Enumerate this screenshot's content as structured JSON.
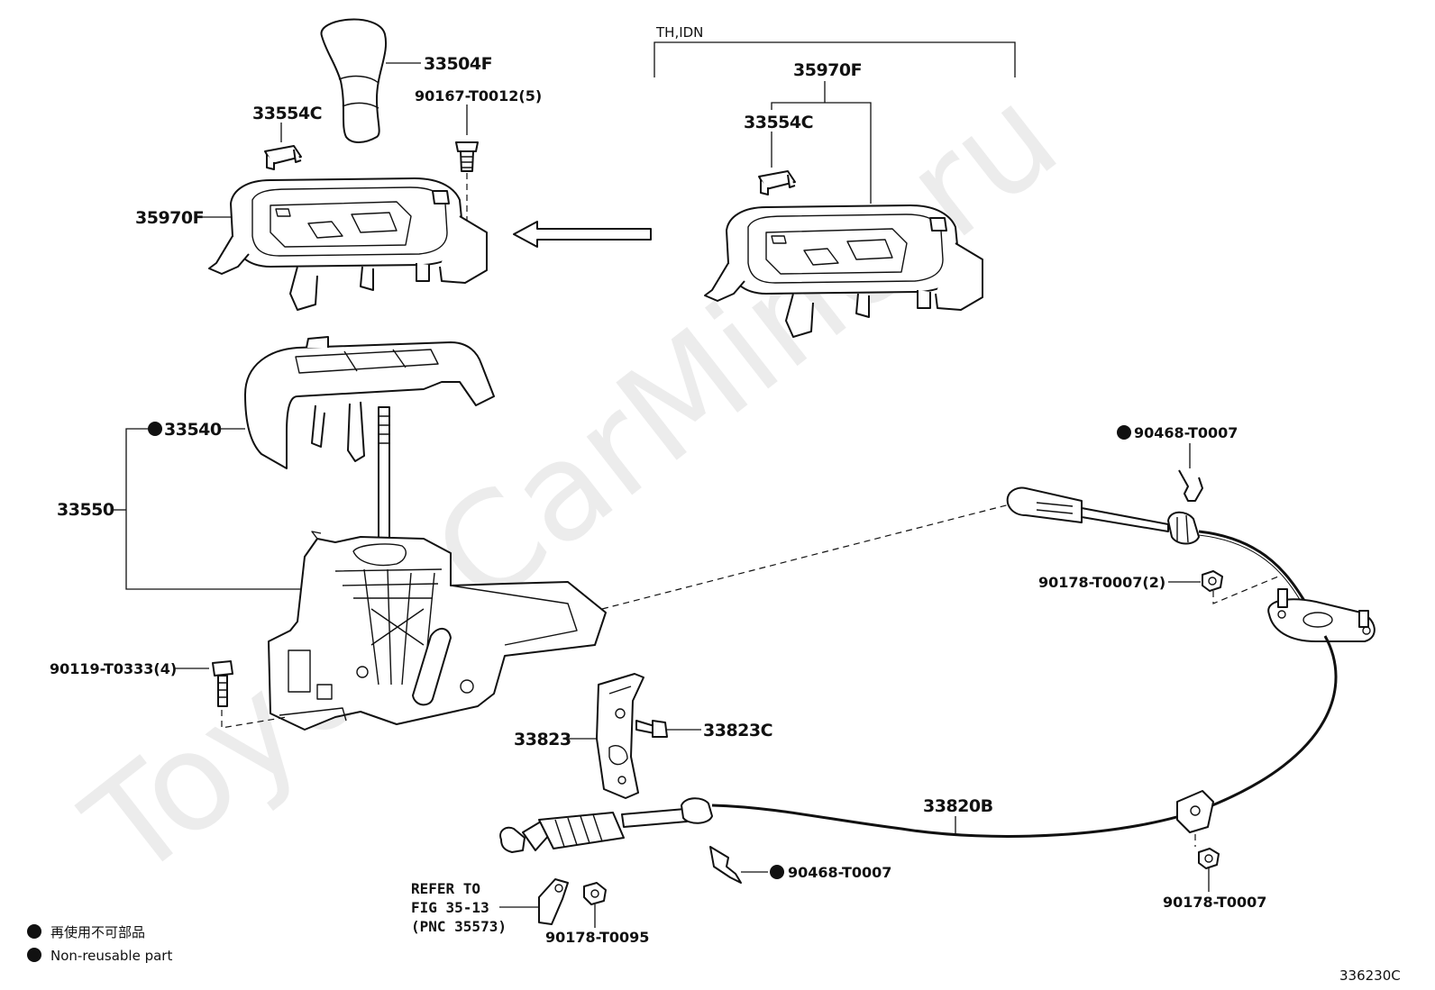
{
  "watermark": "ToyotaCarMine.ru",
  "region_label": "TH,IDN",
  "labels": {
    "p33504F": "33504F",
    "p90167": "90167-T0012(5)",
    "p33554C_l": "33554C",
    "p35970F_l": "35970F",
    "p35970F_r": "35970F",
    "p33554C_r": "33554C",
    "p33540": "33540",
    "p33550": "33550",
    "p90119": "90119-T0333(4)",
    "p90468_top": "90468-T0007",
    "p90178_2": "90178-T0007(2)",
    "p33823": "33823",
    "p33823C": "33823C",
    "p33820B": "33820B",
    "p90468_bot": "90468-T0007",
    "p90178_bot": "90178-T0007",
    "p90178_T0095": "90178-T0095",
    "refer_1": "REFER TO",
    "refer_2": "FIG 35-13",
    "refer_3": "(PNC 35573)"
  },
  "legend": {
    "jp": "再使用不可部品",
    "en": "Non-reusable part"
  },
  "figure_code": "336230C"
}
